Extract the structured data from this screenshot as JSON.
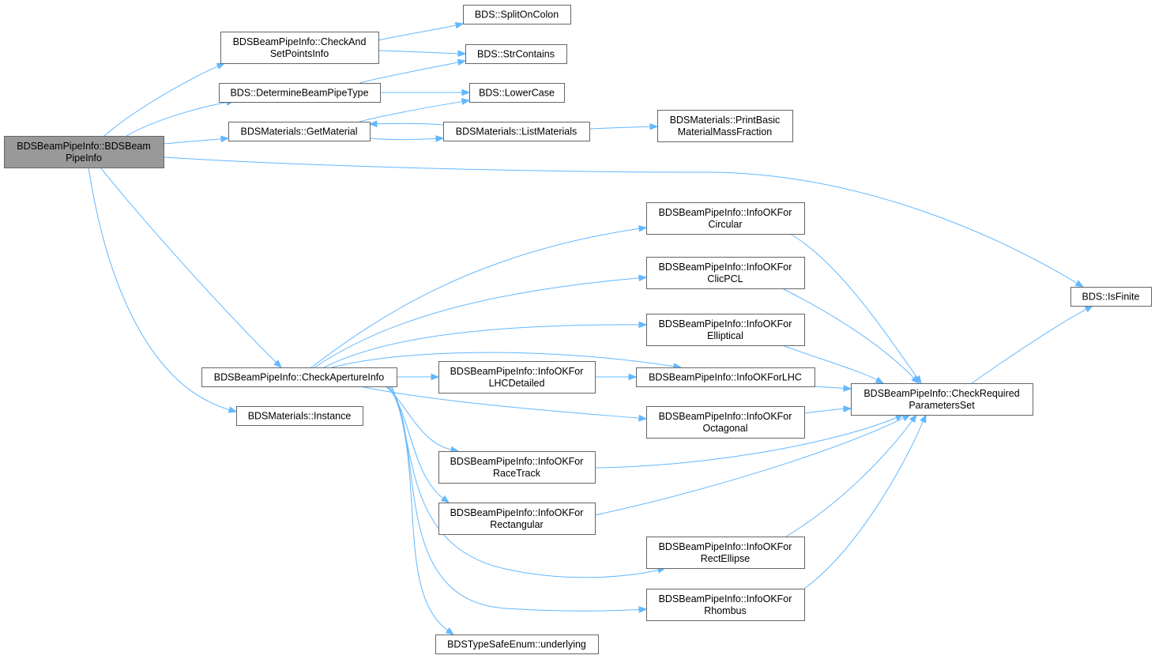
{
  "graph": {
    "root_node": "root",
    "nodes": [
      {
        "id": "root",
        "lines": [
          "BDSBeamPipeInfo::BDSBeam",
          "PipeInfo"
        ],
        "root": true
      },
      {
        "id": "checkAndSet",
        "lines": [
          "BDSBeamPipeInfo::CheckAnd",
          "SetPointsInfo"
        ]
      },
      {
        "id": "determineType",
        "lines": [
          "BDS::DetermineBeamPipeType"
        ]
      },
      {
        "id": "getMaterial",
        "lines": [
          "BDSMaterials::GetMaterial"
        ]
      },
      {
        "id": "splitOnColon",
        "lines": [
          "BDS::SplitOnColon"
        ]
      },
      {
        "id": "strContains",
        "lines": [
          "BDS::StrContains"
        ]
      },
      {
        "id": "lowerCase",
        "lines": [
          "BDS::LowerCase"
        ]
      },
      {
        "id": "listMaterials",
        "lines": [
          "BDSMaterials::ListMaterials"
        ]
      },
      {
        "id": "printBasic",
        "lines": [
          "BDSMaterials::PrintBasic",
          "MaterialMassFraction"
        ]
      },
      {
        "id": "isFinite",
        "lines": [
          "BDS::IsFinite"
        ]
      },
      {
        "id": "checkAperture",
        "lines": [
          "BDSBeamPipeInfo::CheckApertureInfo"
        ]
      },
      {
        "id": "instance",
        "lines": [
          "BDSMaterials::Instance"
        ]
      },
      {
        "id": "okCircular",
        "lines": [
          "BDSBeamPipeInfo::InfoOKFor",
          "Circular"
        ]
      },
      {
        "id": "okClicPCL",
        "lines": [
          "BDSBeamPipeInfo::InfoOKFor",
          "ClicPCL"
        ]
      },
      {
        "id": "okElliptical",
        "lines": [
          "BDSBeamPipeInfo::InfoOKFor",
          "Elliptical"
        ]
      },
      {
        "id": "okLHCDetailed",
        "lines": [
          "BDSBeamPipeInfo::InfoOKFor",
          "LHCDetailed"
        ]
      },
      {
        "id": "okLHC",
        "lines": [
          "BDSBeamPipeInfo::InfoOKForLHC"
        ]
      },
      {
        "id": "okOctagonal",
        "lines": [
          "BDSBeamPipeInfo::InfoOKFor",
          "Octagonal"
        ]
      },
      {
        "id": "okRaceTrack",
        "lines": [
          "BDSBeamPipeInfo::InfoOKFor",
          "RaceTrack"
        ]
      },
      {
        "id": "okRectangular",
        "lines": [
          "BDSBeamPipeInfo::InfoOKFor",
          "Rectangular"
        ]
      },
      {
        "id": "okRectEllipse",
        "lines": [
          "BDSBeamPipeInfo::InfoOKFor",
          "RectEllipse"
        ]
      },
      {
        "id": "okRhombus",
        "lines": [
          "BDSBeamPipeInfo::InfoOKFor",
          "Rhombus"
        ]
      },
      {
        "id": "checkRequired",
        "lines": [
          "BDSBeamPipeInfo::CheckRequired",
          "ParametersSet"
        ]
      },
      {
        "id": "underlying",
        "lines": [
          "BDSTypeSafeEnum::underlying"
        ]
      }
    ],
    "edges": [
      {
        "from": "root",
        "to": "checkAndSet"
      },
      {
        "from": "root",
        "to": "determineType"
      },
      {
        "from": "root",
        "to": "getMaterial"
      },
      {
        "from": "root",
        "to": "isFinite"
      },
      {
        "from": "root",
        "to": "checkAperture"
      },
      {
        "from": "root",
        "to": "instance"
      },
      {
        "from": "checkAndSet",
        "to": "splitOnColon"
      },
      {
        "from": "checkAndSet",
        "to": "strContains"
      },
      {
        "from": "determineType",
        "to": "strContains"
      },
      {
        "from": "determineType",
        "to": "lowerCase"
      },
      {
        "from": "getMaterial",
        "to": "lowerCase"
      },
      {
        "from": "getMaterial",
        "to": "listMaterials"
      },
      {
        "from": "listMaterials",
        "to": "getMaterial"
      },
      {
        "from": "listMaterials",
        "to": "printBasic"
      },
      {
        "from": "checkAperture",
        "to": "okCircular"
      },
      {
        "from": "checkAperture",
        "to": "okClicPCL"
      },
      {
        "from": "checkAperture",
        "to": "okElliptical"
      },
      {
        "from": "checkAperture",
        "to": "okLHC"
      },
      {
        "from": "checkAperture",
        "to": "okLHCDetailed"
      },
      {
        "from": "checkAperture",
        "to": "okOctagonal"
      },
      {
        "from": "checkAperture",
        "to": "okRaceTrack"
      },
      {
        "from": "checkAperture",
        "to": "okRectangular"
      },
      {
        "from": "checkAperture",
        "to": "okRectEllipse"
      },
      {
        "from": "checkAperture",
        "to": "okRhombus"
      },
      {
        "from": "checkAperture",
        "to": "underlying"
      },
      {
        "from": "okLHCDetailed",
        "to": "okLHC"
      },
      {
        "from": "okCircular",
        "to": "checkRequired"
      },
      {
        "from": "okClicPCL",
        "to": "checkRequired"
      },
      {
        "from": "okElliptical",
        "to": "checkRequired"
      },
      {
        "from": "okLHC",
        "to": "checkRequired"
      },
      {
        "from": "okOctagonal",
        "to": "checkRequired"
      },
      {
        "from": "okRaceTrack",
        "to": "checkRequired"
      },
      {
        "from": "okRectangular",
        "to": "checkRequired"
      },
      {
        "from": "okRectEllipse",
        "to": "checkRequired"
      },
      {
        "from": "okRhombus",
        "to": "checkRequired"
      },
      {
        "from": "checkRequired",
        "to": "isFinite"
      }
    ]
  },
  "colors": {
    "edge": "#63b8ff",
    "root_fill": "#999999",
    "node_border": "#666666",
    "node_fill": "#ffffff"
  }
}
